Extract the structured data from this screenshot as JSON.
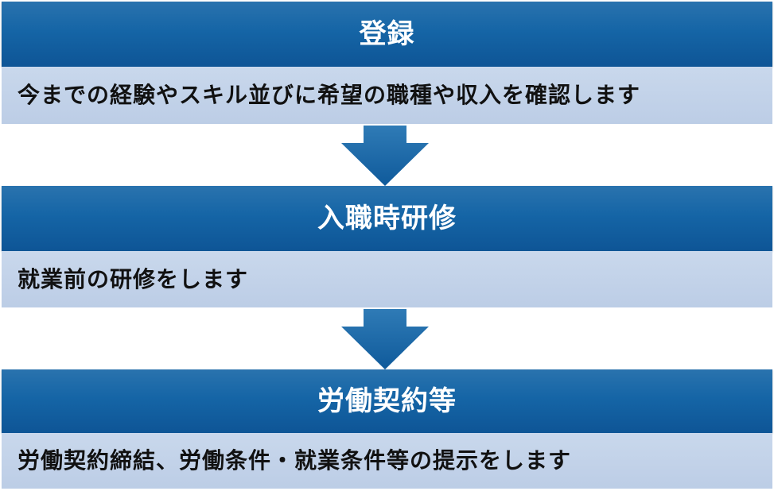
{
  "steps": [
    {
      "title": "登録",
      "description": "今までの経験やスキル並びに希望の職種や収入を確認します"
    },
    {
      "title": "入職時研修",
      "description": "就業前の研修をします"
    },
    {
      "title": "労働契約等",
      "description": "労働契約締結、労働条件・就業条件等の提示をします"
    }
  ],
  "colors": {
    "header": "#1565a6",
    "body": "#c3d3ea",
    "arrow": "#1565a6"
  }
}
